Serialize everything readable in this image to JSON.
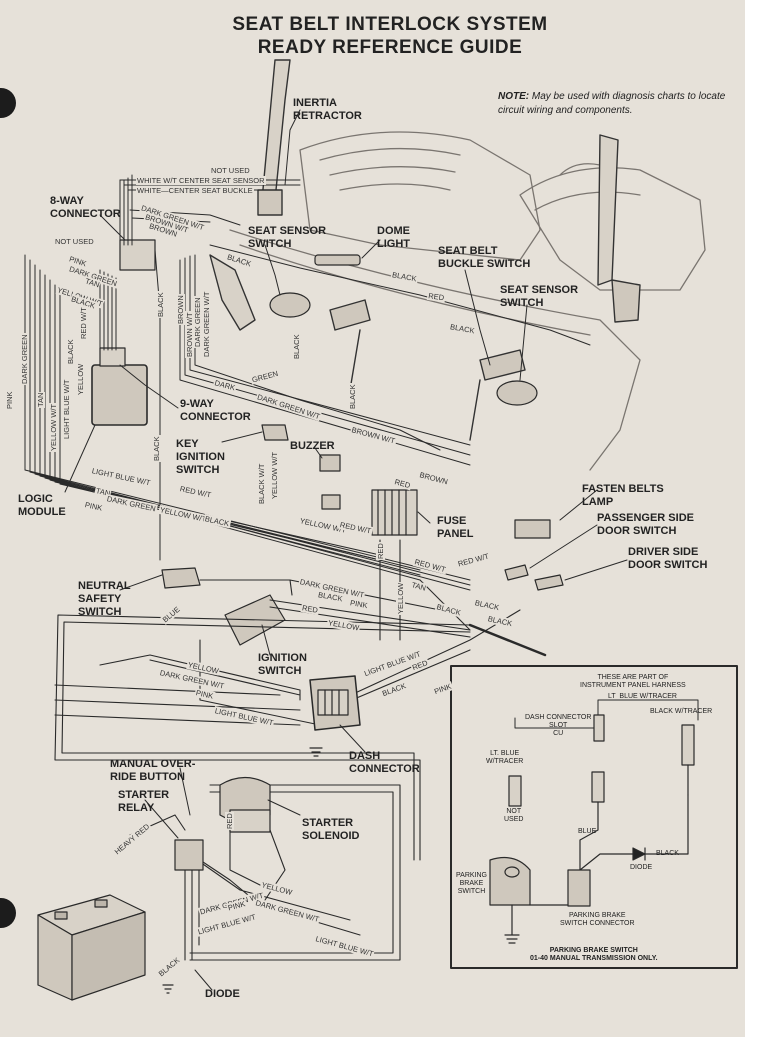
{
  "title": {
    "line1": "SEAT BELT INTERLOCK SYSTEM",
    "line2": "READY REFERENCE GUIDE"
  },
  "note": {
    "label": "NOTE:",
    "text": "May be used with diagnosis charts to locate circuit wiring and components."
  },
  "components": {
    "inertia_retractor": "INERTIA\nRETRACTOR",
    "connector_8way": "8-WAY\nCONNECTOR",
    "seat_sensor_switch_1": "SEAT SENSOR\nSWITCH",
    "dome_light": "DOME\nLIGHT",
    "seat_belt_buckle_switch": "SEAT BELT\nBUCKLE SWITCH",
    "seat_sensor_switch_2": "SEAT SENSOR\nSWITCH",
    "connector_9way": "9-WAY\nCONNECTOR",
    "key_ignition_switch": "KEY\nIGNITION\nSWITCH",
    "buzzer": "BUZZER",
    "logic_module": "LOGIC\nMODULE",
    "fasten_belts_lamp": "FASTEN BELTS\nLAMP",
    "passenger_door_switch": "PASSENGER SIDE\nDOOR SWITCH",
    "driver_door_switch": "DRIVER SIDE\nDOOR SWITCH",
    "fuse_panel": "FUSE\nPANEL",
    "neutral_safety_switch": "NEUTRAL\nSAFETY\nSWITCH",
    "ignition_switch": "IGNITION\nSWITCH",
    "dash_connector": "DASH\nCONNECTOR",
    "manual_override": "MANUAL OVER-\nRIDE BUTTON",
    "starter_relay": "STARTER\nRELAY",
    "starter_solenoid": "STARTER\nSOLENOID",
    "diode": "DIODE"
  },
  "wires": {
    "not_used": "NOT USED",
    "white_center_sensor": "WHITE W/T CENTER SEAT SENSOR",
    "white_center_buckle": "WHITE—CENTER SEAT BUCKLE",
    "dark_green_wt": "DARK GREEN W/T",
    "dark_green": "DARK GREEN",
    "brown_wt": "BROWN W/T",
    "brown": "BROWN",
    "black": "BLACK",
    "pink": "PINK",
    "tan": "TAN",
    "yellow_wt": "YELLOW W/T",
    "yellow": "YELLOW",
    "red_wt": "RED W/T",
    "red": "RED",
    "light_blue_wt": "LIGHT BLUE W/T",
    "blue": "BLUE",
    "black_wt": "BLACK W/T",
    "dark": "DARK",
    "green": "GREEN",
    "heavy_red": "HEAVY RED"
  },
  "inset": {
    "harness_note": "THESE ARE PART OF\nINSTRUMENT PANEL HARNESS",
    "lt_blue_tracer": "LT  BLUE W/TRACER",
    "black_tracer": "BLACK W/TRACER",
    "dash_connector_slot": "DASH CONNECTOR\nSLOT\nCU",
    "lt_blue_tracer_2": "LT. BLUE\nW/TRACER",
    "not_used": "NOT\nUSED",
    "blue": "BLUE",
    "black": "BLACK",
    "diode": "DIODE",
    "parking_brake_switch": "PARKING\nBRAKE\nSWITCH",
    "parking_brake_connector": "PARKING BRAKE\nSWITCH CONNECTOR",
    "caption": "PARKING BRAKE SWITCH\n01-40 MANUAL TRANSMISSION ONLY."
  },
  "colors": {
    "paper": "#e6e1d9",
    "ink": "#222222"
  }
}
